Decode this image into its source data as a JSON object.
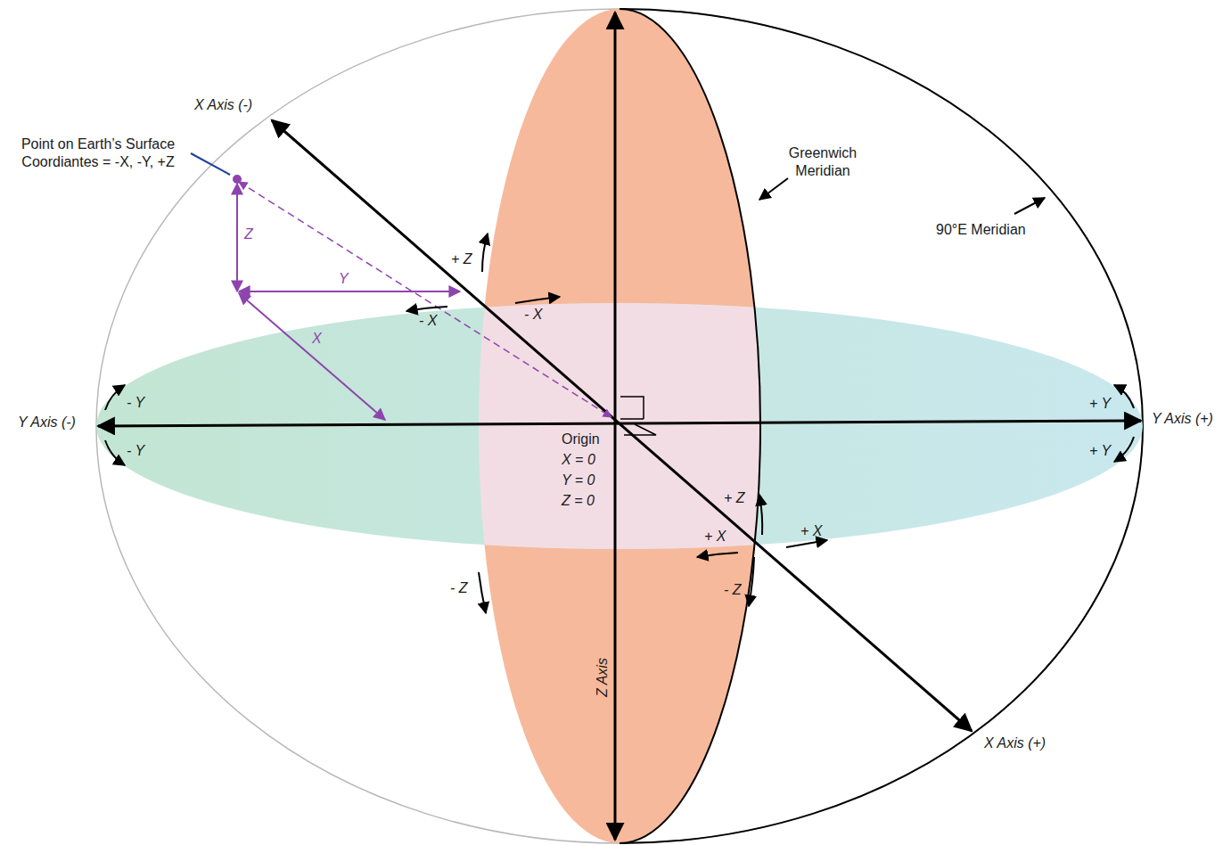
{
  "diagram": {
    "labels": [
      "X Axis (-)",
      "Point on Earth’s Surface Coordiantes = -X, -Y, +Z",
      "Greenwich Meridian",
      "90°E Meridian",
      "Z",
      "Y",
      "X",
      "+ Z",
      "- X",
      "- X",
      "- Y",
      "- Y",
      "+ Y",
      "+ Y",
      "Y Axis (-)",
      "Y Axis (+)",
      "Origin",
      "X = 0",
      "Y = 0",
      "Z = 0",
      "+ Z",
      "+ X",
      "+ X",
      "- Z",
      "- Z",
      "Z Axis",
      "X Axis (+)"
    ]
  }
}
